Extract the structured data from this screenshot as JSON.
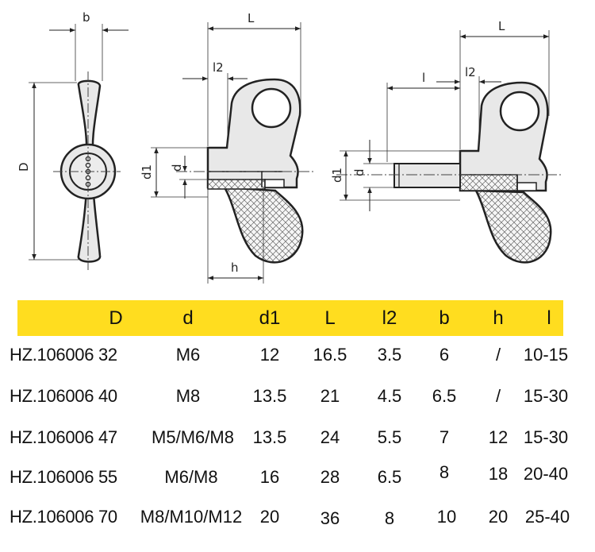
{
  "drawing": {
    "front_view": {
      "labels": {
        "b": "b",
        "D": "D"
      }
    },
    "side_view": {
      "labels": {
        "L": "L",
        "l2": "l2",
        "d1": "d1",
        "d": "d",
        "h": "h"
      }
    },
    "stud_view": {
      "labels": {
        "L": "L",
        "l": "l",
        "l2": "l2",
        "d1": "d1",
        "d": "d"
      }
    }
  },
  "table": {
    "header_color": "#ffdd1f",
    "columns": [
      "D",
      "d",
      "d1",
      "L",
      "l2",
      "b",
      "h",
      "l"
    ],
    "rows": [
      {
        "code": "HZ.106006",
        "D": "32",
        "d": "M6",
        "d1": "12",
        "L": "16.5",
        "l2": "3.5",
        "b": "6",
        "h": "/",
        "l": "10-15"
      },
      {
        "code": "HZ.106006",
        "D": "40",
        "d": "M8",
        "d1": "13.5",
        "L": "21",
        "l2": "4.5",
        "b": "6.5",
        "h": "/",
        "l": "15-30"
      },
      {
        "code": "HZ.106006",
        "D": "47",
        "d": "M5/M6/M8",
        "d1": "13.5",
        "L": "24",
        "l2": "5.5",
        "b": "7",
        "h": "12",
        "l": "15-30"
      },
      {
        "code": "HZ.106006",
        "D": "55",
        "d": "M6/M8",
        "d1": "16",
        "L": "28",
        "l2": "6.5",
        "b": "8",
        "h": "18",
        "l": "20-40"
      },
      {
        "code": "HZ.106006",
        "D": "70",
        "d": "M8/M10/M12",
        "d1": "20",
        "L": "36",
        "l2": "8",
        "b": "10",
        "h": "20",
        "l": "25-40"
      }
    ]
  }
}
